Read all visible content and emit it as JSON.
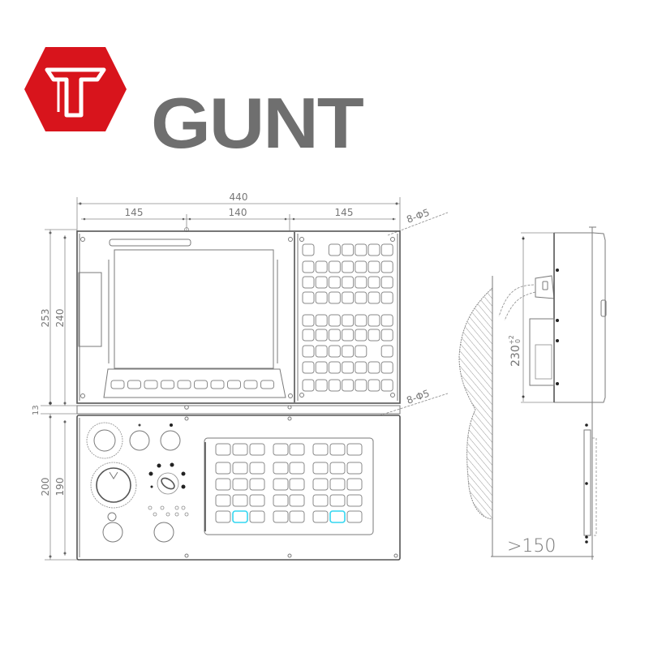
{
  "brand": {
    "name": "GUNT",
    "logo_color": "#d8141c",
    "text_color": "#6f6f6f",
    "icon": "t-hexagon-logo-icon"
  },
  "front_view": {
    "dimensions": {
      "overall_width": "440",
      "left_segment": "145",
      "middle_segment": "140",
      "right_segment": "145",
      "upper_outer_height": "253",
      "upper_inner_height": "240",
      "gap": "13",
      "lower_outer_height": "200",
      "lower_inner_height": "190",
      "holes_upper": "8-Φ5",
      "holes_lower": "8-Φ5"
    },
    "upper_panel": {
      "softkey_count": 10,
      "keypad_rows": [
        [
          1,
          0,
          1,
          1,
          1,
          1,
          1
        ],
        [
          1,
          1,
          1,
          1,
          1,
          1,
          1
        ],
        [
          1,
          1,
          1,
          1,
          1,
          1,
          1
        ],
        [
          1,
          1,
          1,
          1,
          1,
          1,
          1
        ],
        [
          1,
          1,
          1,
          1,
          1,
          1,
          1
        ],
        [
          1,
          1,
          1,
          1,
          1,
          1,
          1
        ],
        [
          1,
          1,
          1,
          1,
          1,
          0,
          1
        ],
        [
          1,
          1,
          1,
          1,
          1,
          1,
          1
        ],
        [
          1,
          1,
          1,
          1,
          1,
          1,
          1
        ]
      ]
    },
    "lower_panel": {
      "keypad_groups": [
        {
          "cols": 3,
          "rows": 5,
          "highlight": [
            [
              4,
              1
            ]
          ]
        },
        {
          "cols": 2,
          "rows": 5,
          "highlight": []
        },
        {
          "cols": 3,
          "rows": 5,
          "highlight": [
            [
              4,
              1
            ]
          ]
        }
      ],
      "highlight_color": "#33d6f0"
    }
  },
  "side_view": {
    "dimensions": {
      "depth": "230",
      "depth_tolerance_upper": "+2",
      "depth_tolerance_lower": "0",
      "clearance": ">150"
    }
  }
}
